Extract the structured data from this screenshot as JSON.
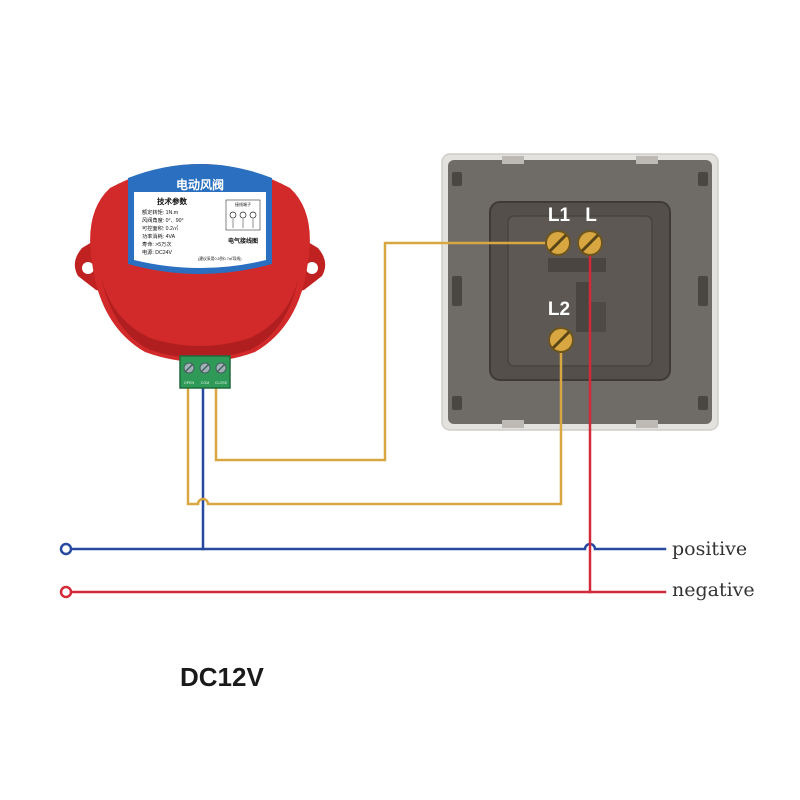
{
  "actuator": {
    "title": "电动风阀",
    "spec_heading": "技术参数",
    "spec_lines": [
      "额定转矩:  1N.m",
      "风阀角度:  0°、90°",
      "可控面积:  0.2㎡",
      "功率消耗:  4VA",
      "寿命:   >5万次",
      "电源:   DC24V"
    ],
    "spec_note": "(建议采用0.5到0.7㎡导线)",
    "wiring_title": "电气接线图",
    "wiring_box_header": "接线端子",
    "terminal_labels": [
      "OPEN",
      "COM",
      "CLOSE"
    ]
  },
  "switch": {
    "terminals": [
      "L1",
      "L",
      "L2"
    ]
  },
  "bus": {
    "positive_label": "positive",
    "negative_label": "negative"
  },
  "supply_label": "DC12V",
  "colors": {
    "body_red": "#d22a2a",
    "body_dark": "#a91c1e",
    "label_blue": "#2a6fc0",
    "yellow_wire": "#d8a742",
    "blue_wire": "#2849a0",
    "red_wire": "#d22a3a",
    "switch_frame": "#e4e2de",
    "switch_body": "#6f6b66",
    "switch_inner": "#544f4a",
    "terminal_block": "#2f9a57"
  }
}
